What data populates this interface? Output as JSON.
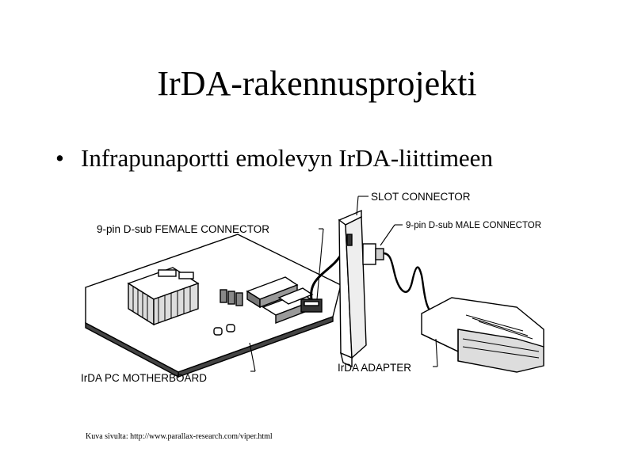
{
  "slide": {
    "title": "IrDA-rakennusprojekti",
    "bullet": "Infrapunaportti emolevyn IrDA-liittimeen",
    "caption": "Kuva sivulta: http://www.parallax-research.com/viper.html"
  },
  "figure": {
    "labels": {
      "slot_connector": "SLOT CONNECTOR",
      "female_connector": "9-pin D-sub FEMALE CONNECTOR",
      "male_connector": "9-pin D-sub MALE CONNECTOR",
      "motherboard": "IrDA PC MOTHERBOARD",
      "adapter": "IrDA ADAPTER"
    }
  }
}
